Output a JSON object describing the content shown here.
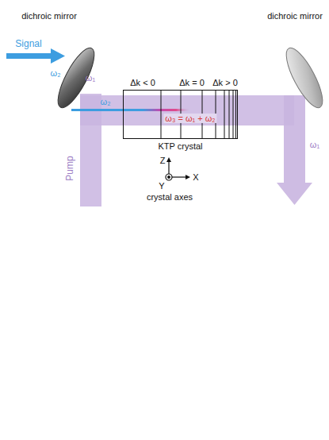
{
  "diagram": {
    "nodes": [
      {
        "text": [
          "KTP crystal"
        ]
      }
    ],
    "labels": [
      "dichroic mirror",
      "dichroic mirror",
      "Signal",
      "ω₂",
      "ω₂",
      "Pump",
      "ω₁",
      "Δk < 0",
      "Δk = 0",
      "Δk > 0",
      "ω₃ = ω₁ + ω₂",
      "ω₁",
      "Z",
      "X",
      "Y",
      "crystal axes"
    ]
  }
}
